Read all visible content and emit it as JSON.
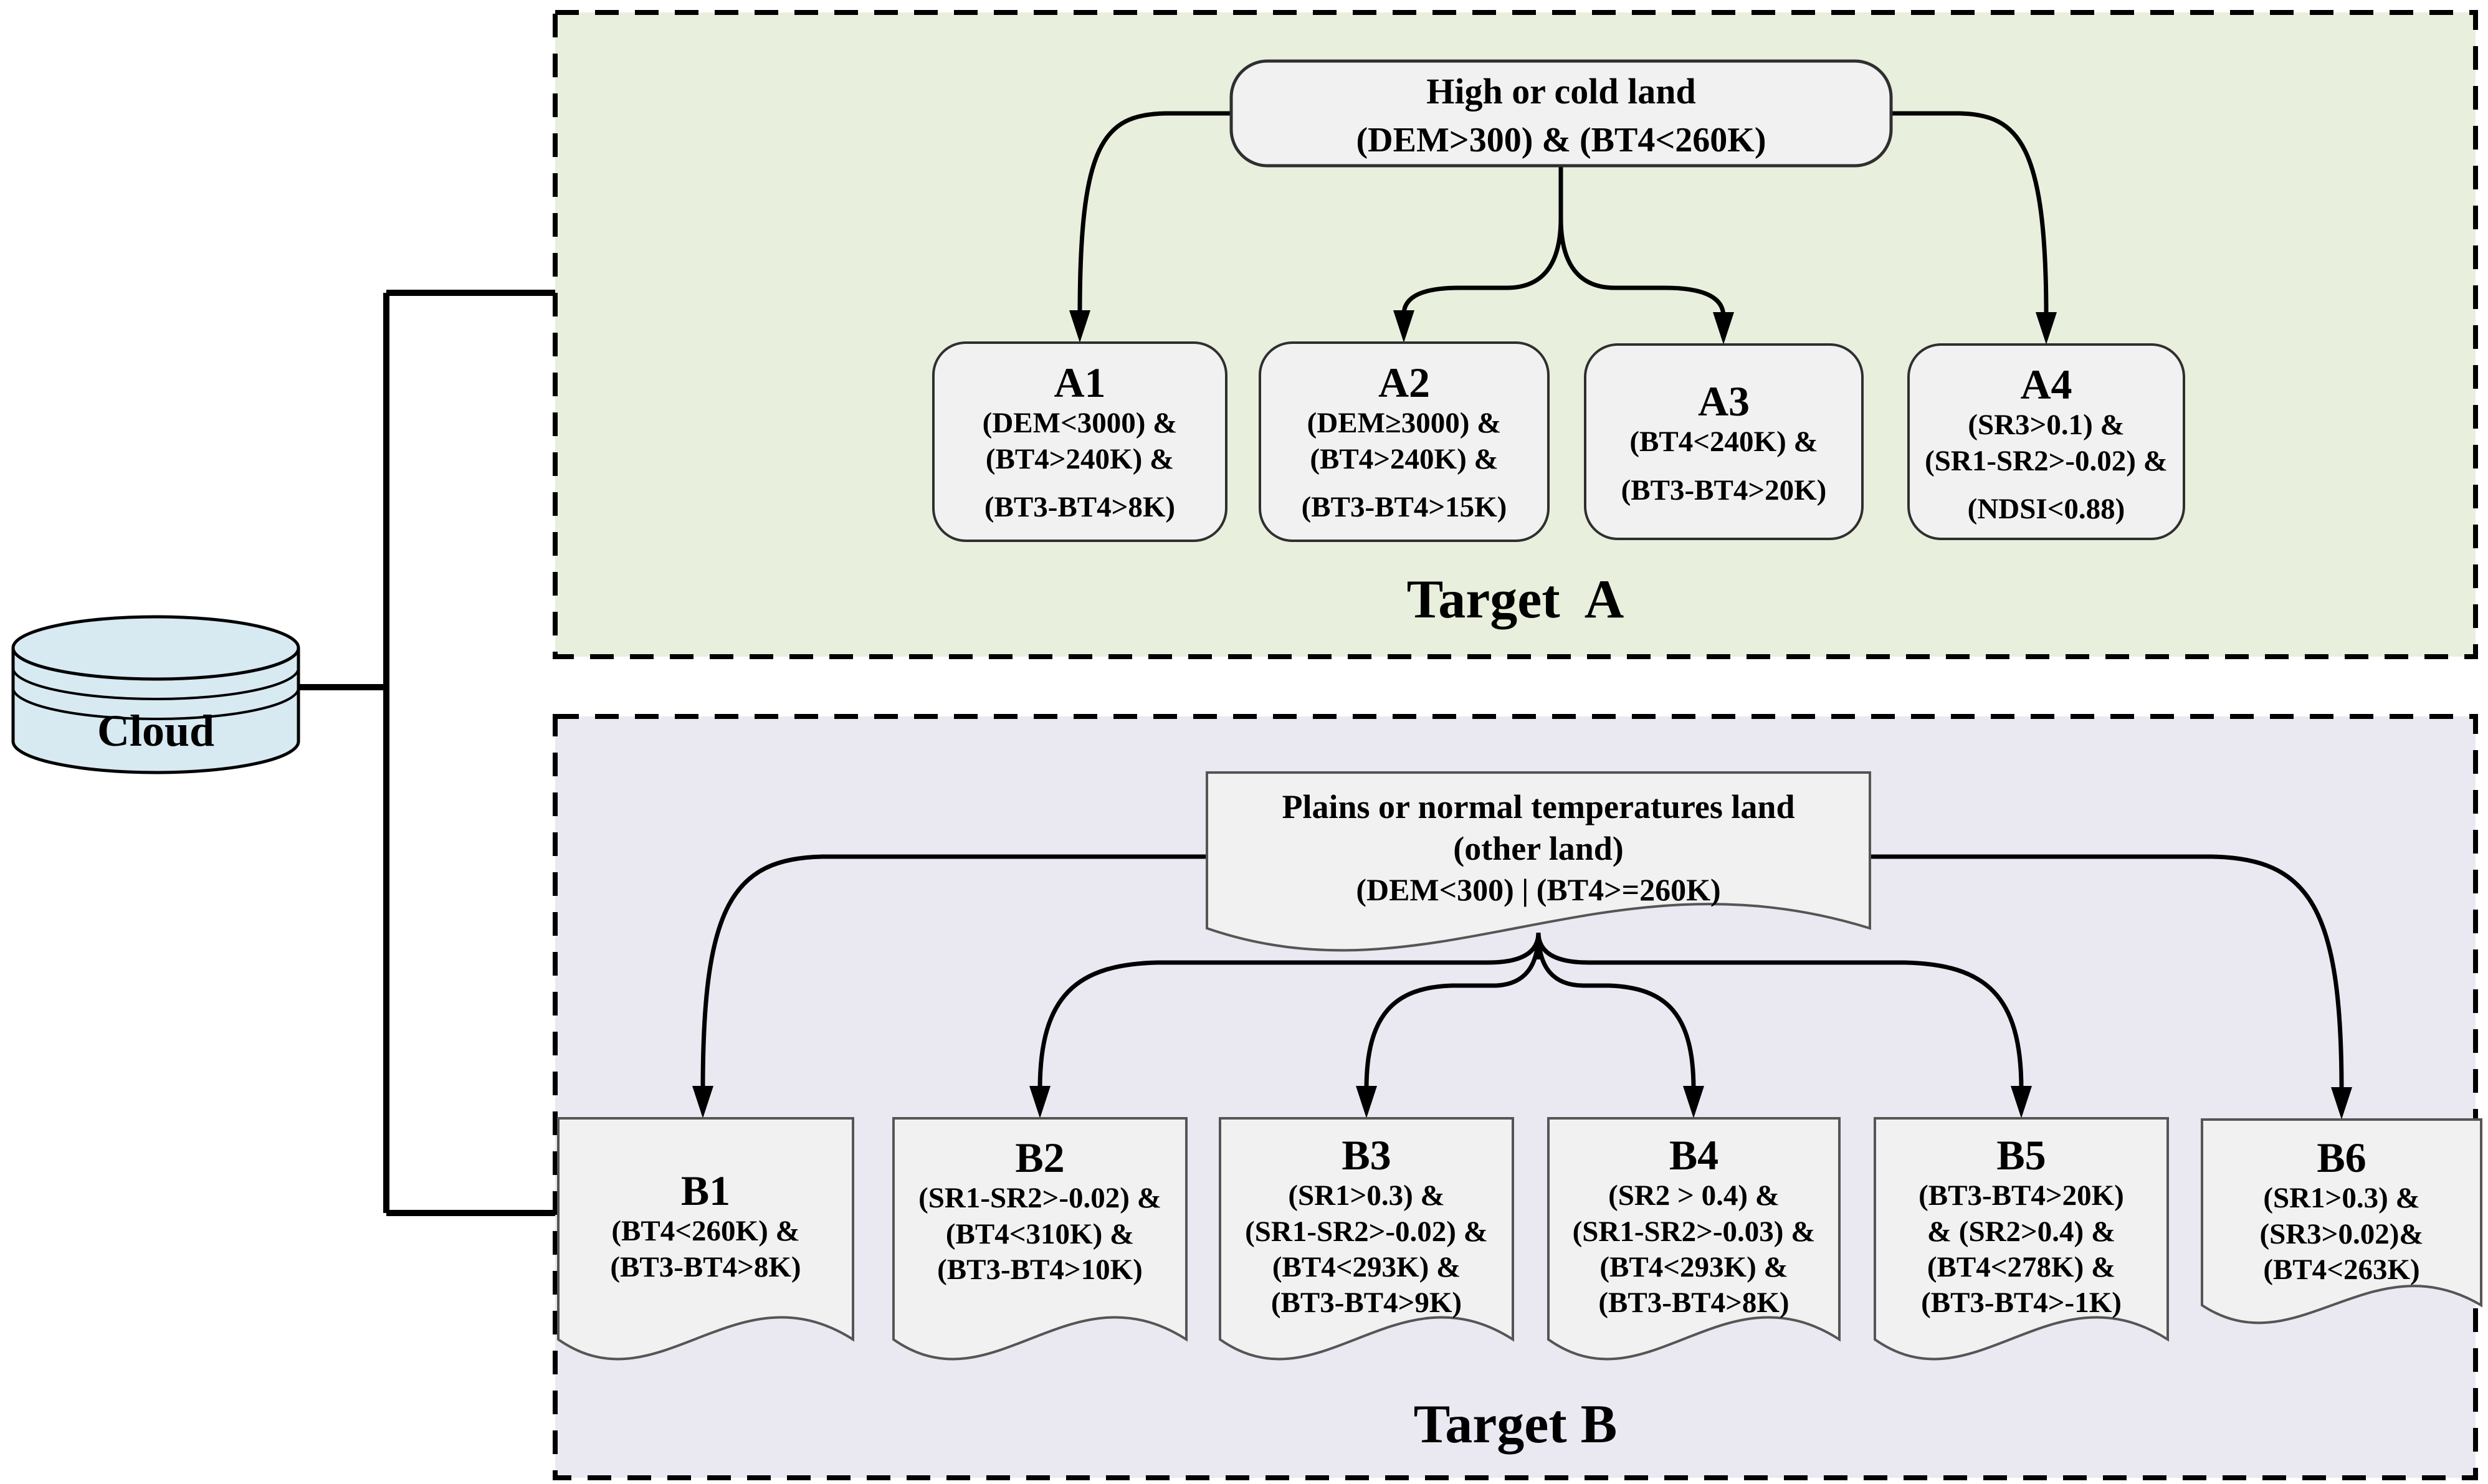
{
  "cloud": {
    "label": "Cloud"
  },
  "colors": {
    "region_a_fill": "#e8efdc",
    "region_b_fill": "#eae8f1",
    "node_fill": "#f1f1f2",
    "cloud_fill": "#d7e9f1",
    "line": "#000000"
  },
  "target_a": {
    "label": "Target  A",
    "root": {
      "title": "High or cold land",
      "condition": "(DEM>300) & (BT4<260K)"
    },
    "nodes": [
      {
        "id": "A1",
        "lines": [
          "(DEM<3000) &",
          "(BT4>240K) &",
          "(BT3-BT4>8K)"
        ]
      },
      {
        "id": "A2",
        "lines": [
          "(DEM≥3000) &",
          "(BT4>240K) &",
          "(BT3-BT4>15K)"
        ]
      },
      {
        "id": "A3",
        "lines": [
          "(BT4<240K) &",
          "(BT3-BT4>20K)"
        ]
      },
      {
        "id": "A4",
        "lines": [
          "(SR3>0.1) &",
          "(SR1-SR2>-0.02) &",
          "(NDSI<0.88)"
        ]
      }
    ]
  },
  "target_b": {
    "label": "Target B",
    "root": {
      "title": "Plains or normal temperatures land",
      "subtitle": "(other land)",
      "condition": "(DEM<300) | (BT4>=260K)"
    },
    "nodes": [
      {
        "id": "B1",
        "lines": [
          "(BT4<260K) &",
          "(BT3-BT4>8K)"
        ]
      },
      {
        "id": "B2",
        "lines": [
          "(SR1-SR2>-0.02) &",
          "(BT4<310K) &",
          "(BT3-BT4>10K)"
        ]
      },
      {
        "id": "B3",
        "lines": [
          "(SR1>0.3) &",
          "(SR1-SR2>-0.02) &",
          "(BT4<293K) &",
          "(BT3-BT4>9K)"
        ]
      },
      {
        "id": "B4",
        "lines": [
          "(SR2 > 0.4) &",
          "(SR1-SR2>-0.03) &",
          "(BT4<293K) &",
          "(BT3-BT4>8K)"
        ]
      },
      {
        "id": "B5",
        "lines": [
          "(BT3-BT4>20K)",
          "& (SR2>0.4) &",
          "(BT4<278K) &",
          "(BT3-BT4>-1K)"
        ]
      },
      {
        "id": "B6",
        "lines": [
          "(SR1>0.3) &",
          "(SR3>0.02)&",
          "(BT4<263K)"
        ]
      }
    ]
  }
}
